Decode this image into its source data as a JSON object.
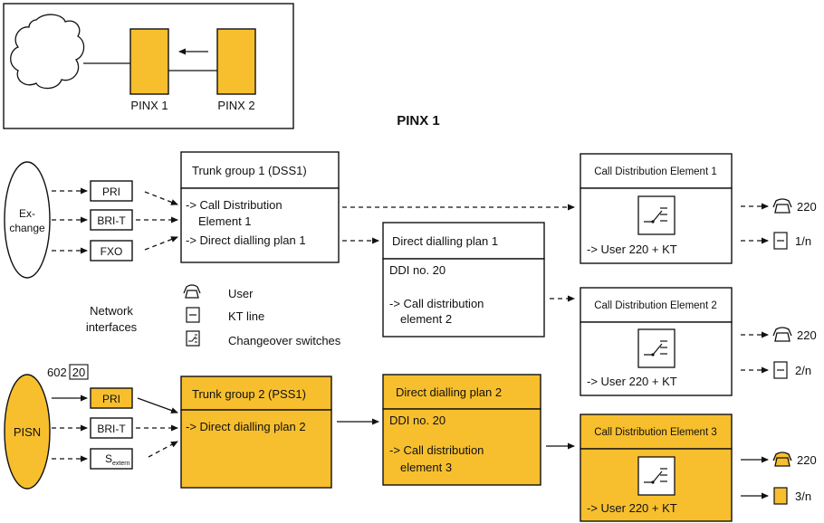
{
  "inset": {
    "pinx1": "PINX 1",
    "pinx2": "PINX 2"
  },
  "title": "PINX 1",
  "exchange": {
    "line1": "Ex-",
    "line2": "change"
  },
  "isdn_interfaces": {
    "pri": "PRI",
    "bri": "BRI-T",
    "fxo": "FXO"
  },
  "network_interfaces": {
    "line1": "Network",
    "line2": "interfaces"
  },
  "legend": {
    "user": "User",
    "kt": "KT line",
    "switch": "Changeover switches"
  },
  "pisn": {
    "label": "PISN",
    "number_prefix": "602",
    "number_box": "20",
    "pri": "PRI",
    "bri": "BRI-T",
    "s_main": "S",
    "s_sub": "extern"
  },
  "trunk1": {
    "title": "Trunk group 1 (DSS1)",
    "line1": "-> Call Distribution",
    "line2": "Element 1",
    "line3": "-> Direct dialling plan 1"
  },
  "trunk2": {
    "title": "Trunk group 2 (PSS1)",
    "line1": "-> Direct dialling plan 2"
  },
  "ddp1": {
    "title": "Direct dialling plan 1",
    "ddi": "DDI no. 20",
    "line1": "-> Call distribution",
    "line2": "element 2"
  },
  "ddp2": {
    "title": "Direct dialling plan 2",
    "ddi": "DDI no. 20",
    "line1": "-> Call distribution",
    "line2": "element 3"
  },
  "cde1": {
    "title": "Call Distribution Element 1",
    "footer": "-> User 220 + KT",
    "phone": "220",
    "kt": "1/n"
  },
  "cde2": {
    "title": "Call Distribution Element 2",
    "footer": "-> User 220 + KT",
    "phone": "220",
    "kt": "2/n"
  },
  "cde3": {
    "title": "Call Distribution Element 3",
    "footer": "-> User 220 + KT",
    "phone": "220",
    "kt": "3/n"
  }
}
